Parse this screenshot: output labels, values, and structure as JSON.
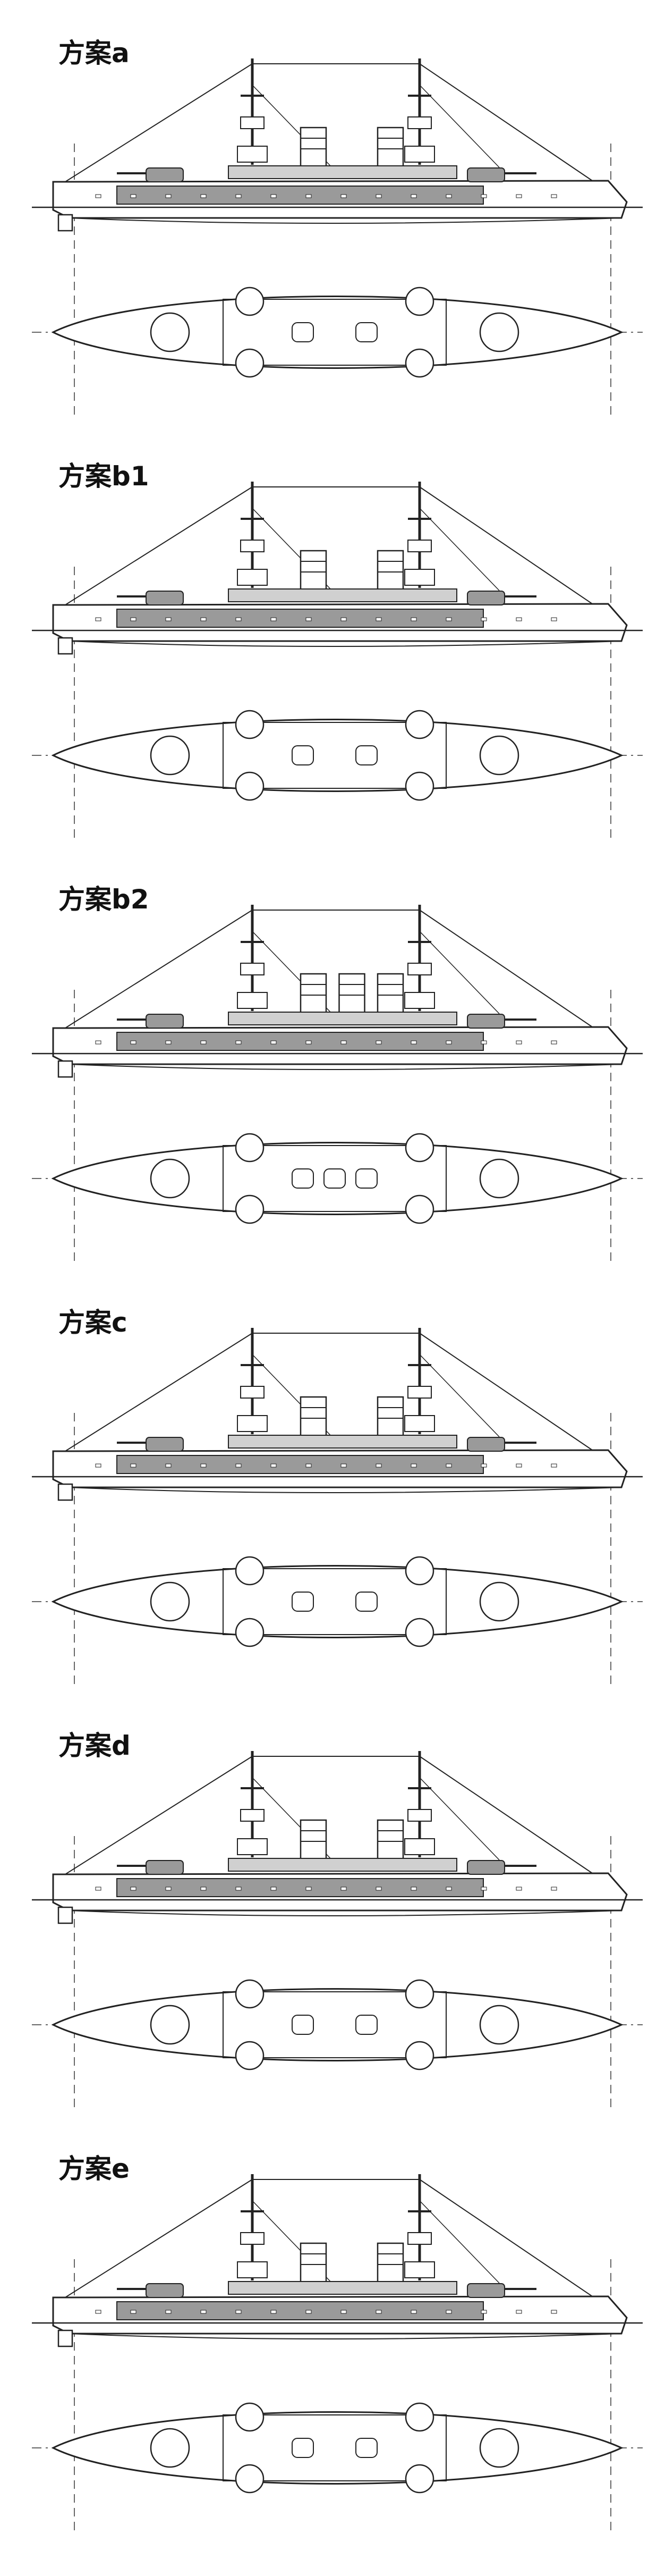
{
  "schemes": [
    {
      "id": "a",
      "label": "方案a",
      "funnels": 2,
      "mast_count": 2
    },
    {
      "id": "b1",
      "label": "方案b1",
      "funnels": 2,
      "mast_count": 2
    },
    {
      "id": "b2",
      "label": "方案b2",
      "funnels": 3,
      "mast_count": 2
    },
    {
      "id": "c",
      "label": "方案c",
      "funnels": 2,
      "mast_count": 2
    },
    {
      "id": "d",
      "label": "方案d",
      "funnels": 2,
      "mast_count": 2
    },
    {
      "id": "e",
      "label": "方案e",
      "funnels": 2,
      "mast_count": 2
    }
  ],
  "colors": {
    "line": "#222222",
    "fill": "#9a9a9a",
    "fill_light": "#d0d0d0",
    "centerline": "#666666"
  }
}
